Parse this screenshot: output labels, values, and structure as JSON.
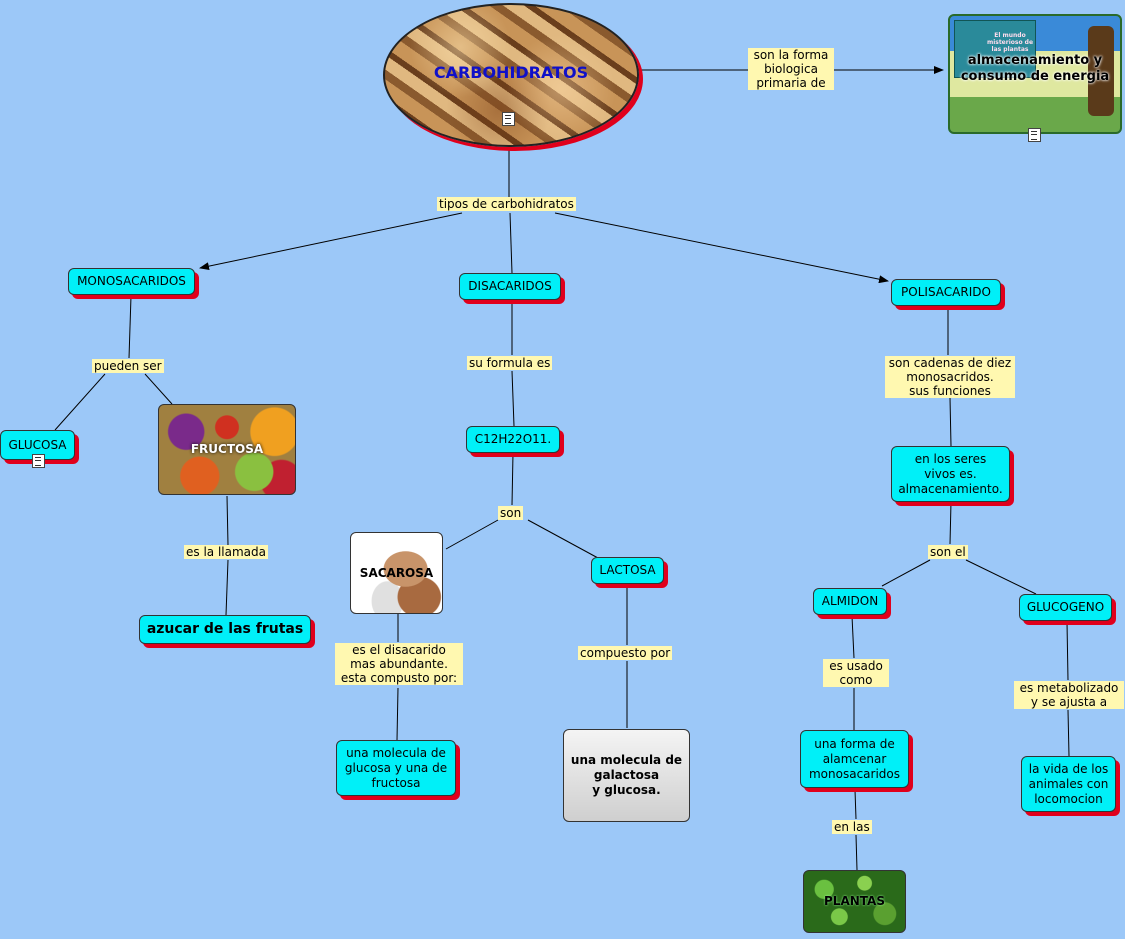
{
  "main_concept": {
    "label": "CARBOHIDRATOS"
  },
  "energy": {
    "label": "almacenamiento y consumo de energia",
    "inset_text": "El mundo misterioso de las plantas"
  },
  "links": {
    "forma": "son la forma\nbiologica\nprimaria de",
    "tipos": "tipos de carbohidratos",
    "pueden": "pueden ser",
    "formula": "su formula es",
    "cadenas": "son cadenas de diez\nmonosacridos.\nsus funciones",
    "llamada": "es la llamada",
    "son": "son",
    "son_el": "son el",
    "disacarido": "es el disacarido\nmas abundante.\nesta compusto por:",
    "compuesto": "compuesto por",
    "usado": "es usado\ncomo",
    "metabolizado": "es metabolizado\ny se ajusta a",
    "en_las": "en las"
  },
  "nodes": {
    "monosacaridos": "MONOSACARIDOS",
    "disacaridos": "DISACARIDOS",
    "polisacarido": "POLISACARIDO",
    "glucosa": "GLUCOSA",
    "fructosa": "FRUCTOSA",
    "c12": "C12H22O11.",
    "seres": "en los seres\nvivos es.\nalmacenamiento.",
    "azucar": "azucar de las frutas",
    "sacarosa": "SACAROSA",
    "lactosa": "LACTOSA",
    "almidon": "ALMIDON",
    "glucogeno": "GLUCOGENO",
    "molecula_gf": "una molecula de\nglucosa y una de\nfructosa",
    "galactosa": "una molecula de\ngalactosa\ny glucosa.",
    "forma_almacenar": "una forma de\nalamcenar\nmonosacaridos",
    "vida": "la vida de los\nanimales con\nlocomocion",
    "plantas": "PLANTAS"
  },
  "colors": {
    "background": "#9cc8f8",
    "node": "#00f0f8",
    "shadow": "#e0001c",
    "link_label": "#fff8b0",
    "title": "#1010c8"
  }
}
